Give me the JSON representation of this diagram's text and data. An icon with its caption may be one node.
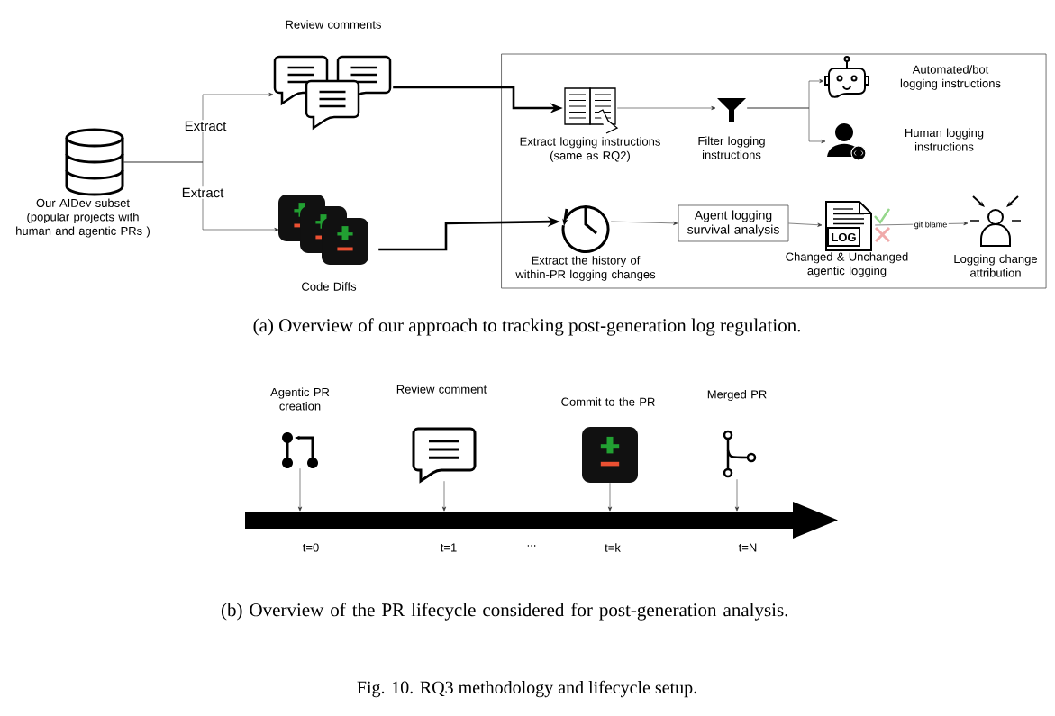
{
  "diagram": {
    "caption": "Fig. 10.  RQ3 methodology and lifecycle setup.",
    "nodes": [
      {
        "text": [
          "Our AIDev subset (popular projects with human and agentic PRs )"
        ]
      },
      {
        "text": [
          "Review comments"
        ]
      },
      {
        "text": [
          "Code Diffs"
        ]
      },
      {
        "text": [],
        "shape": "box"
      },
      {
        "text": [
          "Extract logging instructions (same as RQ2)"
        ],
        "in": 3
      },
      {
        "text": [
          "Filter logging instructions"
        ],
        "in": 3
      },
      {
        "text": [
          "Automated/bot logging instructions"
        ],
        "in": 3
      },
      {
        "text": [
          "Human logging instructions"
        ],
        "in": 3
      },
      {
        "text": [
          "Extract the history of within-PR logging changes"
        ],
        "in": 3
      },
      {
        "text": [
          "Agent logging survival analysis"
        ],
        "in": 3
      },
      {
        "text": [
          "Changed & Unchanged agentic logging"
        ],
        "in": 3
      },
      {
        "text": [
          "Logging change attribution"
        ],
        "in": 3
      },
      {
        "text": [
          "Agentic PR creation"
        ]
      },
      {
        "text": [
          "Review comment"
        ]
      },
      {
        "text": [
          "Commit to the PR"
        ]
      },
      {
        "text": [
          "Merged PR"
        ]
      }
    ],
    "edges": [
      {
        "from": 0,
        "to": 1,
        "arrow": "to",
        "label": "Extract"
      },
      {
        "from": 0,
        "to": 2,
        "arrow": "to",
        "label": "Extract"
      },
      {
        "from": 1,
        "to": 4,
        "arrow": "to",
        "style": "thick"
      },
      {
        "from": 2,
        "to": 8,
        "arrow": "to",
        "style": "thick"
      },
      {
        "from": 4,
        "to": 5,
        "arrow": "to"
      },
      {
        "from": 5,
        "to": 6,
        "arrow": "to"
      },
      {
        "from": 5,
        "to": 7,
        "arrow": "to"
      },
      {
        "from": 8,
        "to": 9,
        "arrow": "to"
      },
      {
        "from": 9,
        "to": 10,
        "arrow": "to"
      },
      {
        "from": 10,
        "to": 11,
        "arrow": "to",
        "label": "git blame"
      },
      {
        "from": 12,
        "to": null,
        "arrow": "to"
      },
      {
        "from": 13,
        "to": null,
        "arrow": "to"
      },
      {
        "from": 14,
        "to": null,
        "arrow": "to"
      },
      {
        "from": 15,
        "to": null,
        "arrow": "to"
      }
    ],
    "labels": [
      "LOG",
      "(a) Overview of our approach to tracking post-generation log regulation.",
      "t=0",
      "t=1",
      "...",
      "t=k",
      "t=N",
      "(b) Overview of the PR lifecycle considered for post-generation analysis."
    ]
  }
}
